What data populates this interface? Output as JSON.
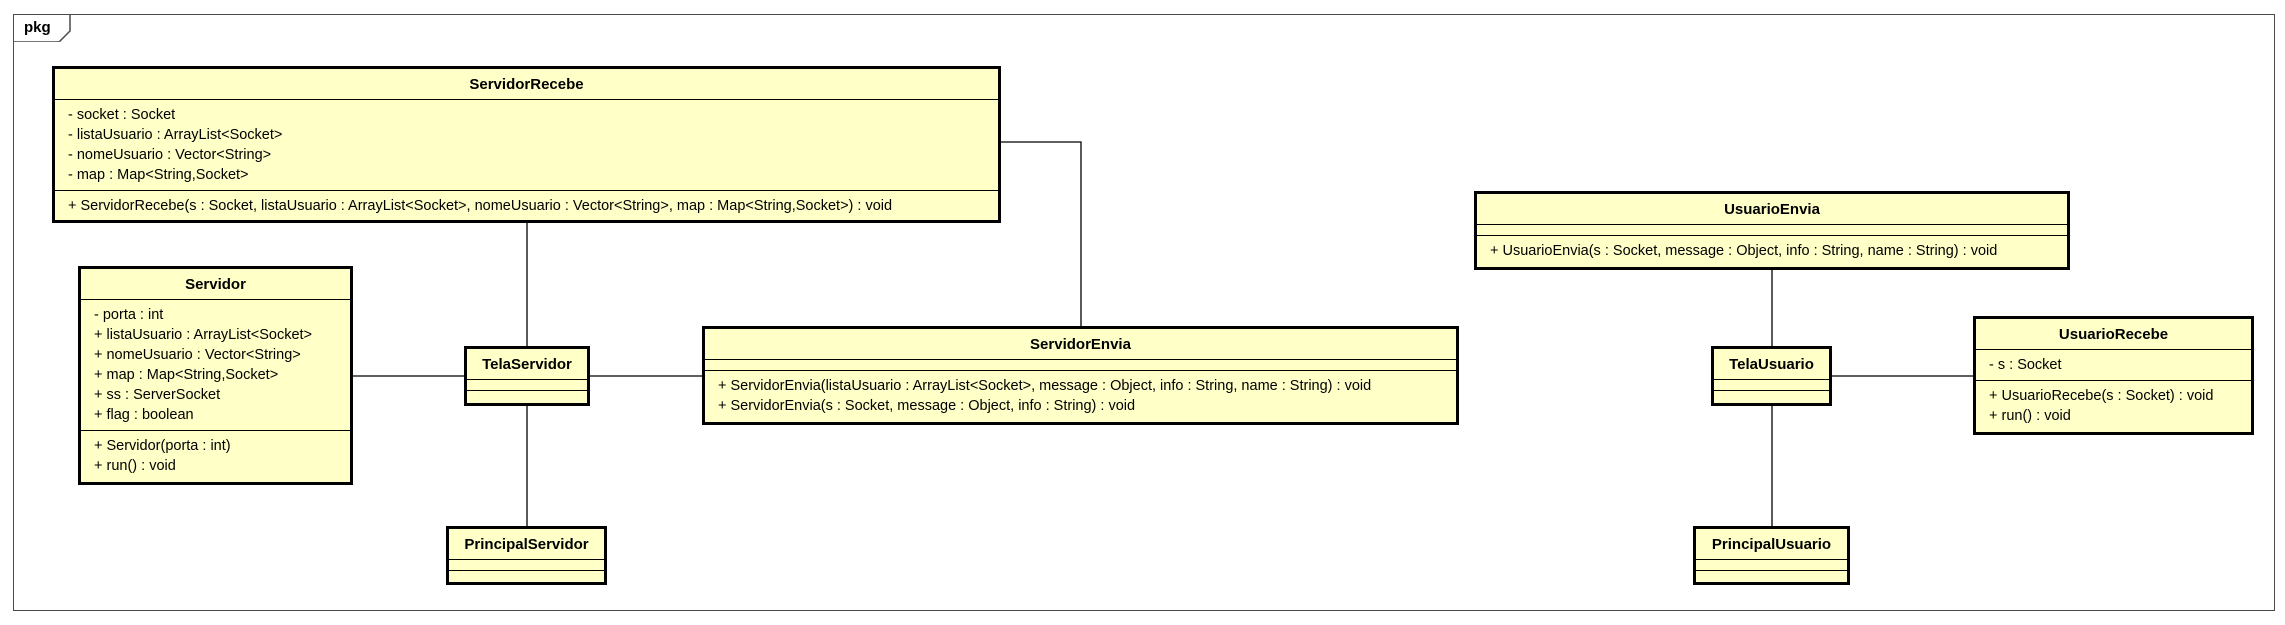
{
  "package": {
    "label": "pkg"
  },
  "classes": {
    "servidorRecebe": {
      "name": "ServidorRecebe",
      "attributes": [
        "- socket : Socket",
        "- listaUsuario : ArrayList<Socket>",
        "- nomeUsuario : Vector<String>",
        "- map : Map<String,Socket>"
      ],
      "operations": [
        "+ ServidorRecebe(s : Socket, listaUsuario : ArrayList<Socket>, nomeUsuario : Vector<String>, map : Map<String,Socket>) : void"
      ]
    },
    "servidor": {
      "name": "Servidor",
      "attributes": [
        "- porta : int",
        "+ listaUsuario : ArrayList<Socket>",
        "+ nomeUsuario : Vector<String>",
        "+ map : Map<String,Socket>",
        "+ ss : ServerSocket",
        "+ flag : boolean"
      ],
      "operations": [
        "+ Servidor(porta : int)",
        "+ run() : void"
      ]
    },
    "telaServidor": {
      "name": "TelaServidor"
    },
    "principalServidor": {
      "name": "PrincipalServidor"
    },
    "servidorEnvia": {
      "name": "ServidorEnvia",
      "operations": [
        "+ ServidorEnvia(listaUsuario : ArrayList<Socket>, message : Object, info : String, name : String) : void",
        "+ ServidorEnvia(s : Socket, message : Object, info : String) : void"
      ]
    },
    "usuarioEnvia": {
      "name": "UsuarioEnvia",
      "operations": [
        "+ UsuarioEnvia(s : Socket, message : Object, info : String, name : String) : void"
      ]
    },
    "telaUsuario": {
      "name": "TelaUsuario"
    },
    "usuarioRecebe": {
      "name": "UsuarioRecebe",
      "attributes": [
        "- s : Socket"
      ],
      "operations": [
        "+ UsuarioRecebe(s : Socket) : void",
        "+ run() : void"
      ]
    },
    "principalUsuario": {
      "name": "PrincipalUsuario"
    }
  },
  "colors": {
    "classFill": "#ffffc8",
    "border": "#000000",
    "frame": "#4a4a4a"
  }
}
